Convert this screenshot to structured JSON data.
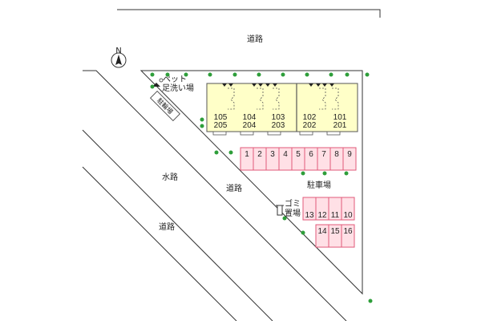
{
  "labels": {
    "road_top": "道路",
    "waterway": "水路",
    "road_middle": "道路",
    "road_bottom": "道路",
    "pet_wash": "ペット",
    "pet_wash_2": "足洗い場",
    "bicycle_parking": "駐輪場",
    "parking_lot": "駐車場",
    "garbage_1": "ゴミ",
    "garbage_2": "置場",
    "compass_n": "N"
  },
  "units": [
    {
      "top": "105",
      "bottom": "205"
    },
    {
      "top": "104",
      "bottom": "204"
    },
    {
      "top": "103",
      "bottom": "203"
    },
    {
      "top": "102",
      "bottom": "202"
    },
    {
      "top": "101",
      "bottom": "201"
    }
  ],
  "parking": {
    "row1": [
      "1",
      "2",
      "3",
      "4",
      "5",
      "6",
      "7",
      "8",
      "9"
    ],
    "row2": [
      "13",
      "12",
      "11",
      "10"
    ],
    "row3": [
      "14",
      "15",
      "16"
    ]
  },
  "colors": {
    "building_fill": "#ffffc8",
    "parking_fill": "#ffe0e6",
    "parking_stroke": "#e05a7a",
    "tree": "#2e9e3a",
    "line": "#333333"
  }
}
